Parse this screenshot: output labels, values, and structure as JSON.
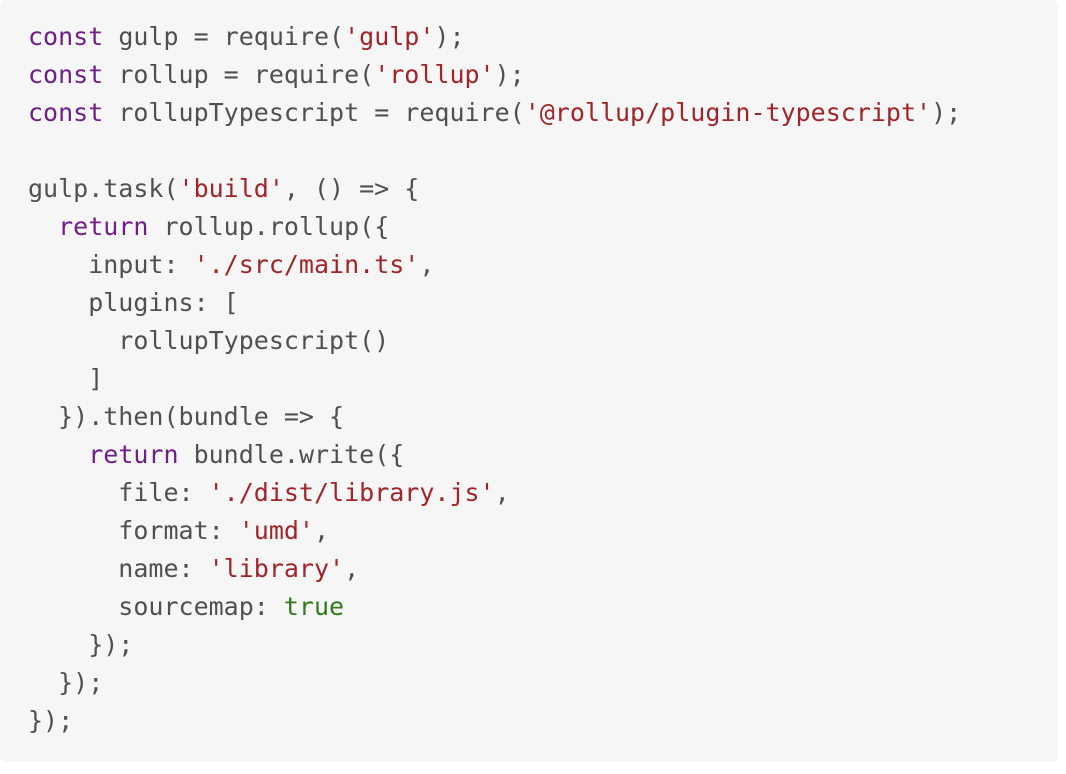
{
  "theme": {
    "background": "#f6f6f6",
    "plain": "#505050",
    "keyword": "#6f1f86",
    "string": "#a0252a",
    "literal": "#317a1b"
  },
  "code": {
    "language": "javascript",
    "lines": [
      [
        {
          "t": "keyword",
          "v": "const"
        },
        {
          "t": "plain",
          "v": " gulp = require("
        },
        {
          "t": "string",
          "v": "'gulp'"
        },
        {
          "t": "plain",
          "v": ");"
        }
      ],
      [
        {
          "t": "keyword",
          "v": "const"
        },
        {
          "t": "plain",
          "v": " rollup = require("
        },
        {
          "t": "string",
          "v": "'rollup'"
        },
        {
          "t": "plain",
          "v": ");"
        }
      ],
      [
        {
          "t": "keyword",
          "v": "const"
        },
        {
          "t": "plain",
          "v": " rollupTypescript = require("
        },
        {
          "t": "string",
          "v": "'@rollup/plugin-typescript'"
        },
        {
          "t": "plain",
          "v": ");"
        }
      ],
      [],
      [
        {
          "t": "plain",
          "v": "gulp.task("
        },
        {
          "t": "string",
          "v": "'build'"
        },
        {
          "t": "plain",
          "v": ", () => {"
        }
      ],
      [
        {
          "t": "plain",
          "v": "  "
        },
        {
          "t": "keyword",
          "v": "return"
        },
        {
          "t": "plain",
          "v": " rollup.rollup({"
        }
      ],
      [
        {
          "t": "plain",
          "v": "    input: "
        },
        {
          "t": "string",
          "v": "'./src/main.ts'"
        },
        {
          "t": "plain",
          "v": ","
        }
      ],
      [
        {
          "t": "plain",
          "v": "    plugins: ["
        }
      ],
      [
        {
          "t": "plain",
          "v": "      rollupTypescript()"
        }
      ],
      [
        {
          "t": "plain",
          "v": "    ]"
        }
      ],
      [
        {
          "t": "plain",
          "v": "  }).then(bundle => {"
        }
      ],
      [
        {
          "t": "plain",
          "v": "    "
        },
        {
          "t": "keyword",
          "v": "return"
        },
        {
          "t": "plain",
          "v": " bundle.write({"
        }
      ],
      [
        {
          "t": "plain",
          "v": "      file: "
        },
        {
          "t": "string",
          "v": "'./dist/library.js'"
        },
        {
          "t": "plain",
          "v": ","
        }
      ],
      [
        {
          "t": "plain",
          "v": "      format: "
        },
        {
          "t": "string",
          "v": "'umd'"
        },
        {
          "t": "plain",
          "v": ","
        }
      ],
      [
        {
          "t": "plain",
          "v": "      name: "
        },
        {
          "t": "string",
          "v": "'library'"
        },
        {
          "t": "plain",
          "v": ","
        }
      ],
      [
        {
          "t": "plain",
          "v": "      sourcemap: "
        },
        {
          "t": "literal",
          "v": "true"
        }
      ],
      [
        {
          "t": "plain",
          "v": "    });"
        }
      ],
      [
        {
          "t": "plain",
          "v": "  });"
        }
      ],
      [
        {
          "t": "plain",
          "v": "});"
        }
      ]
    ]
  }
}
